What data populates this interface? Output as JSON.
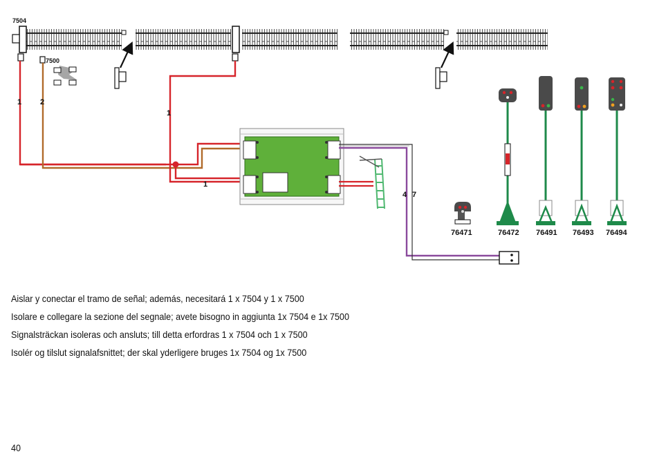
{
  "parts": {
    "track_part_left": "7504",
    "track_part_adapter": "7500"
  },
  "wires": {
    "label_1a": "1",
    "label_2": "2",
    "label_1b": "1",
    "label_1c": "1",
    "label_4": "4",
    "label_7": "7"
  },
  "signals": [
    {
      "model": "76471"
    },
    {
      "model": "76472"
    },
    {
      "model": "76491"
    },
    {
      "model": "76493"
    },
    {
      "model": "76494"
    }
  ],
  "captions": [
    "Aislar y conectar el tramo de señal; además, necesitará 1 x 7504 y 1 x 7500",
    "Isolare e collegare la sezione del segnale; avete bisogno in aggiunta 1x 7504 e 1x 7500",
    "Signalsträckan isoleras och ansluts; till detta erfordras 1 x 7504 och 1 x 7500",
    "Isolér og tilslut signalafsnittet; der skal yderligere bruges 1x 7504 og 1x 7500"
  ],
  "page_number": "40",
  "colors": {
    "red_wire": "#d6242a",
    "brown_wire": "#b06a2a",
    "purple_wire": "#8a4a9c",
    "board_green": "#5fb03a",
    "signal_green": "#1e8a4a",
    "signal_dark": "#4a4a4a"
  }
}
